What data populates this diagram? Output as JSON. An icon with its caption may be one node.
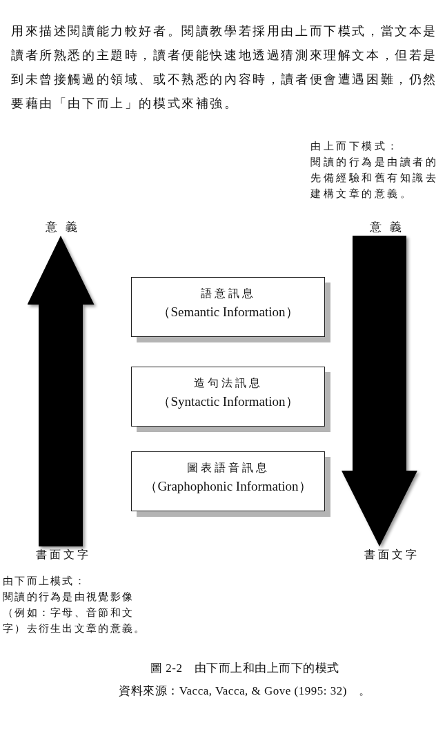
{
  "diagram": {
    "caption": "圖 2-2　由下而上和由上而下的模式",
    "nodes": [
      {
        "text": [
          "意義"
        ]
      },
      {
        "text": [
          "意義"
        ]
      },
      {
        "text": [
          "語意訊息",
          "（Semantic Information）"
        ]
      },
      {
        "text": [
          "造句法訊息",
          "（Syntactic Information）"
        ]
      },
      {
        "text": [
          "圖表語音訊息",
          "（Graphophonic Information）"
        ]
      },
      {
        "text": [
          "書面文字"
        ]
      },
      {
        "text": [
          "書面文字"
        ]
      }
    ],
    "edges": [
      {
        "from": 5,
        "to": 0,
        "arrow": "to"
      },
      {
        "from": 1,
        "to": 6,
        "arrow": "to"
      }
    ],
    "labels": [
      "用來描述閱讀能力較好者。閱讀教學若採用由上而下模式，當文本是讀者所熟悉的主題時，讀者便能快速地透過猜測來理解文本，但若是到未曾接觸過的領域、或不熟悉的內容時，讀者便會遭遇困難，仍然要藉由「由下而上」的模式來補強。",
      "由上而下模式：",
      "閱讀的行為是由讀者的先備經驗和舊有知識去建構文章的意義。",
      "由下而上模式：",
      "閱讀的行為是由視覺影像（例如：字母、音節和文字）去衍生出文章的意義。",
      "資料來源：Vacca, Vacca, & Gove (1995: 32)　。"
    ]
  }
}
